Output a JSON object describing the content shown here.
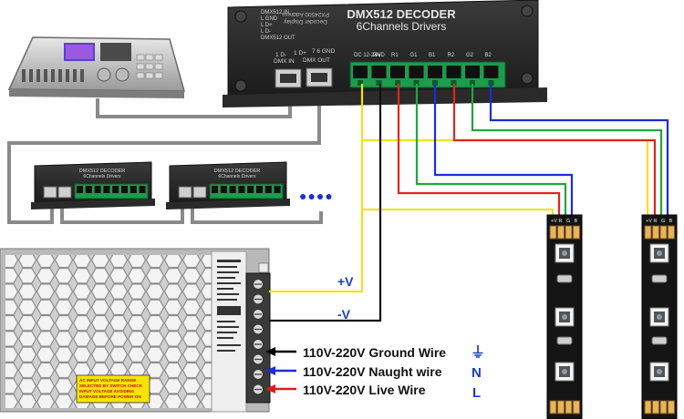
{
  "decoder": {
    "title": "DMX512 DECODER",
    "subtitle": "6Channels Drivers",
    "model_text": "PX24500 Address",
    "mirror_text": "Decoder Display",
    "side_labels": [
      "DMX512 IN",
      "L GND",
      "L D+",
      "L D-",
      "DMX512 OUT"
    ],
    "terminal_labels": [
      "DC 12-24V",
      "GND",
      "R1",
      "G1",
      "B1",
      "R2",
      "G2",
      "B2"
    ],
    "port_labels": [
      "DMX IN",
      "DMX OUT"
    ],
    "data_labels": [
      "1 D-",
      "1 D+",
      "7 6 GND"
    ]
  },
  "small_decoder": {
    "title": "DMX512 DECODER",
    "subtitle": "6Channels Drivers"
  },
  "continuation_dots": "●●●●",
  "strip": {
    "header_pins": [
      "+V",
      "R",
      "G",
      "B"
    ]
  },
  "psu": {
    "warning_lines": [
      "AC INPUT VOLTAGE RANGE",
      "SELECTED BY SWITCH CHECK",
      "INPUT VOLTAGE AVOIDING",
      "DAMAGE BEFORE POWER ON"
    ],
    "outputs": {
      "plus": "+V",
      "minus": "-V"
    }
  },
  "wires": {
    "ground": {
      "label": "110V-220V Ground Wire",
      "symbol": "⏚",
      "arrow_color": "#000000"
    },
    "neutral": {
      "label": "110V-220V Naught wire",
      "symbol": "N",
      "arrow_color": "#1a2fd4"
    },
    "live": {
      "label": "110V-220V Live Wire",
      "symbol": "L",
      "arrow_color": "#e01b1b"
    }
  },
  "colors": {
    "red": "#e0241b",
    "green": "#1fa83a",
    "blue": "#1a2fd4",
    "yellow": "#f2e21b",
    "black": "#111111",
    "cable": "#8a8a8a",
    "terminal": "#1e9b4c",
    "label_blue": "#1a3fbf"
  }
}
